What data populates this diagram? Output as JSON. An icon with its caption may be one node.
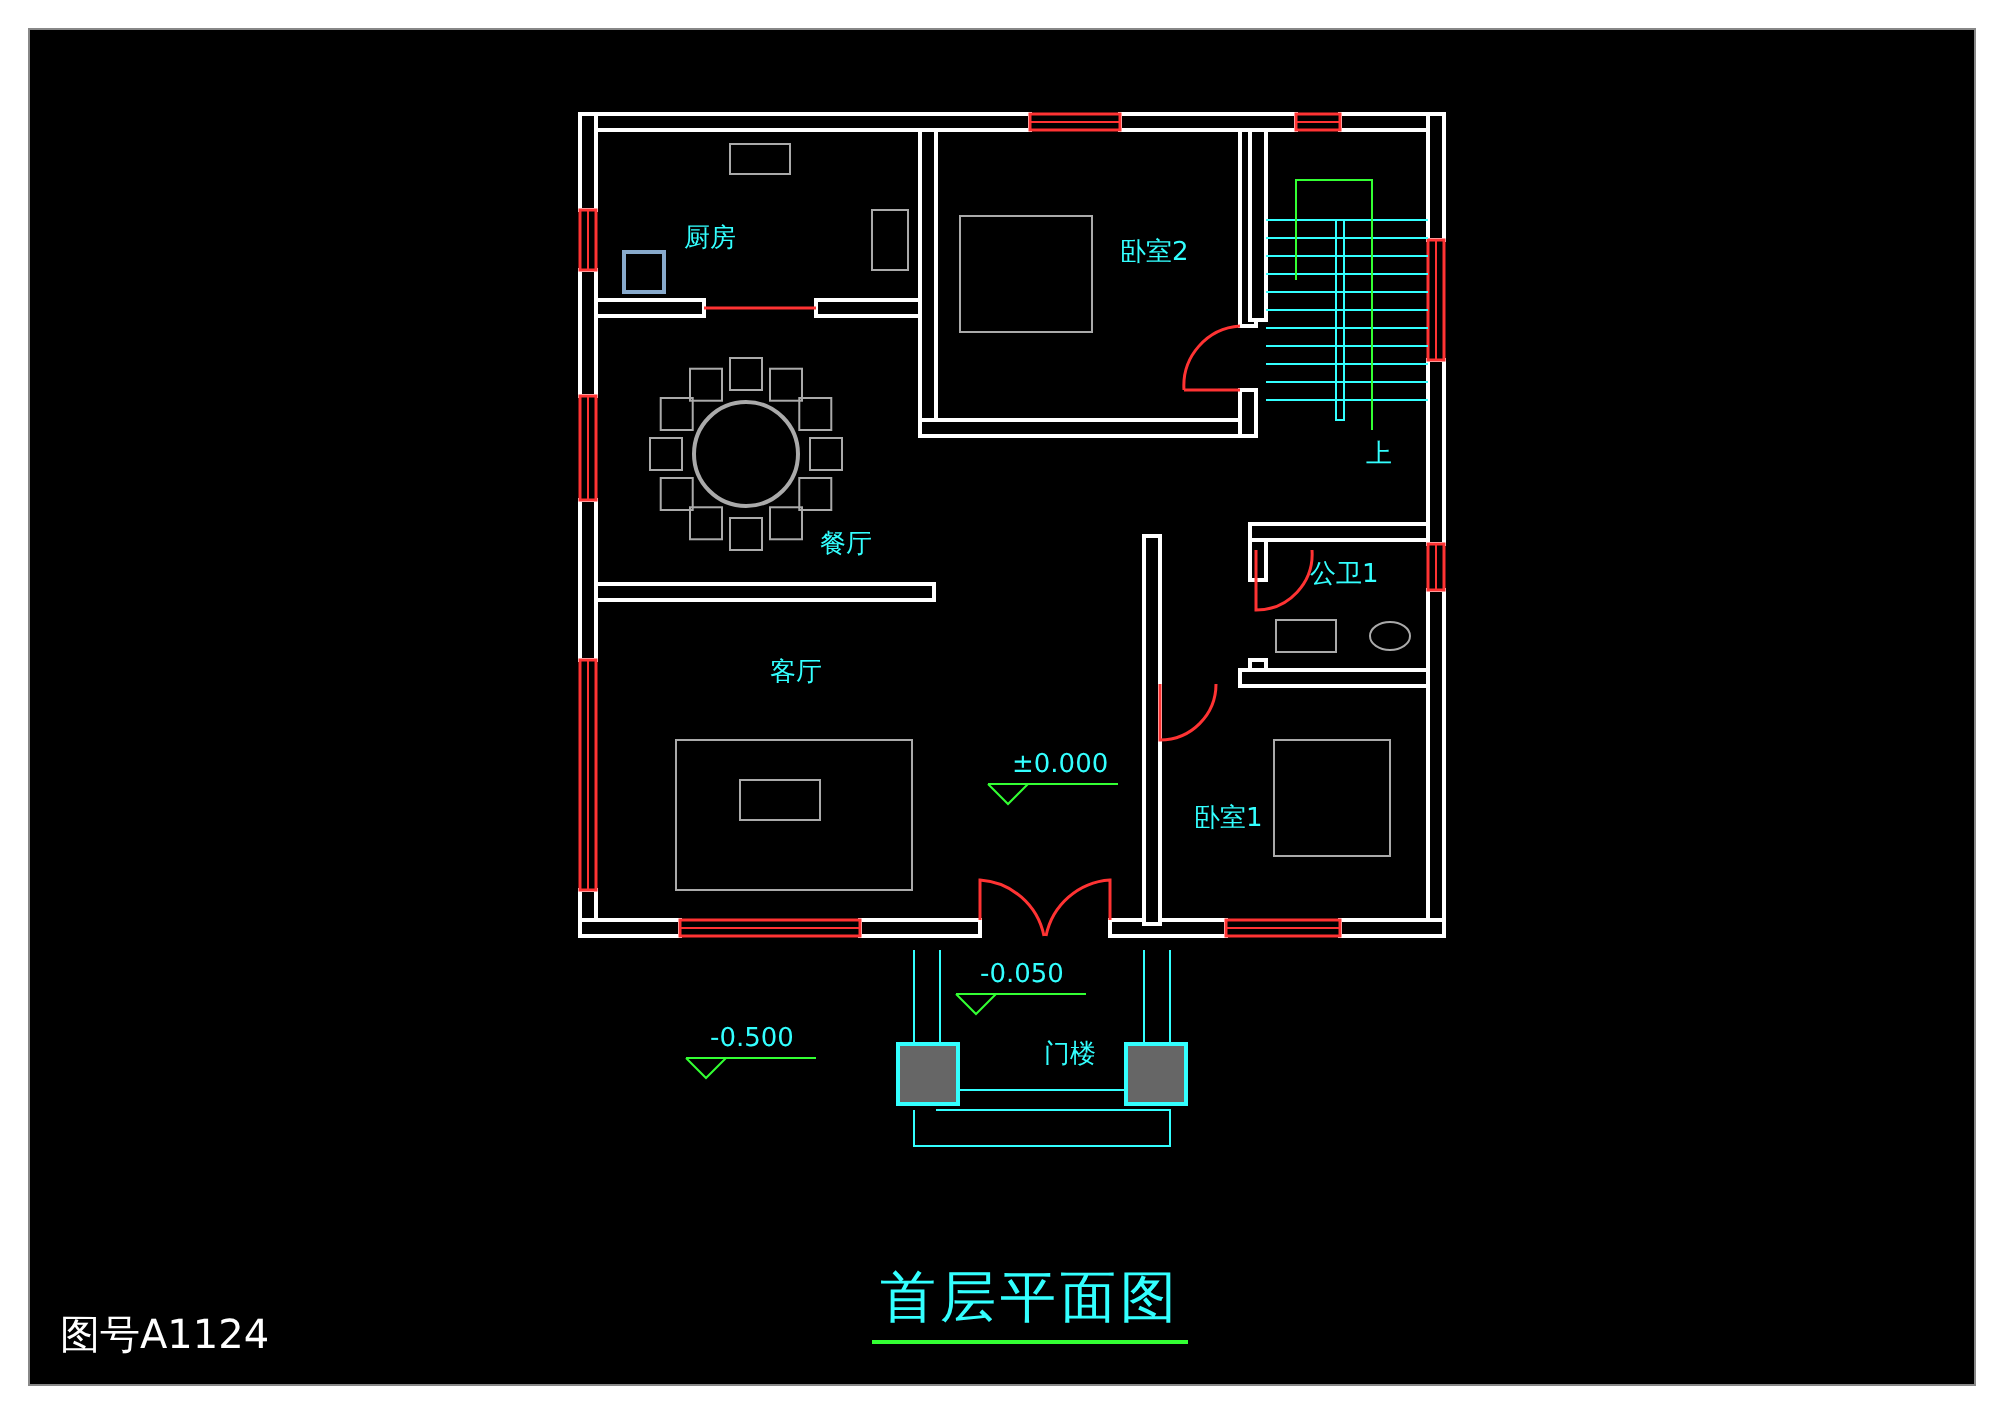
{
  "diagram": {
    "title": "首层平面图",
    "nodes": [
      {
        "text": [
          "厨房"
        ]
      },
      {
        "text": [
          "卧室2"
        ]
      },
      {
        "text": [
          "餐厅"
        ]
      },
      {
        "text": [
          "上"
        ]
      },
      {
        "text": [
          "公卫1"
        ]
      },
      {
        "text": [
          "客厅"
        ]
      },
      {
        "text": [
          "卧室1"
        ]
      },
      {
        "text": [
          "门楼"
        ]
      }
    ],
    "labels": [
      "±0.000",
      "-0.050",
      "-0.500",
      "图号A1124"
    ]
  }
}
